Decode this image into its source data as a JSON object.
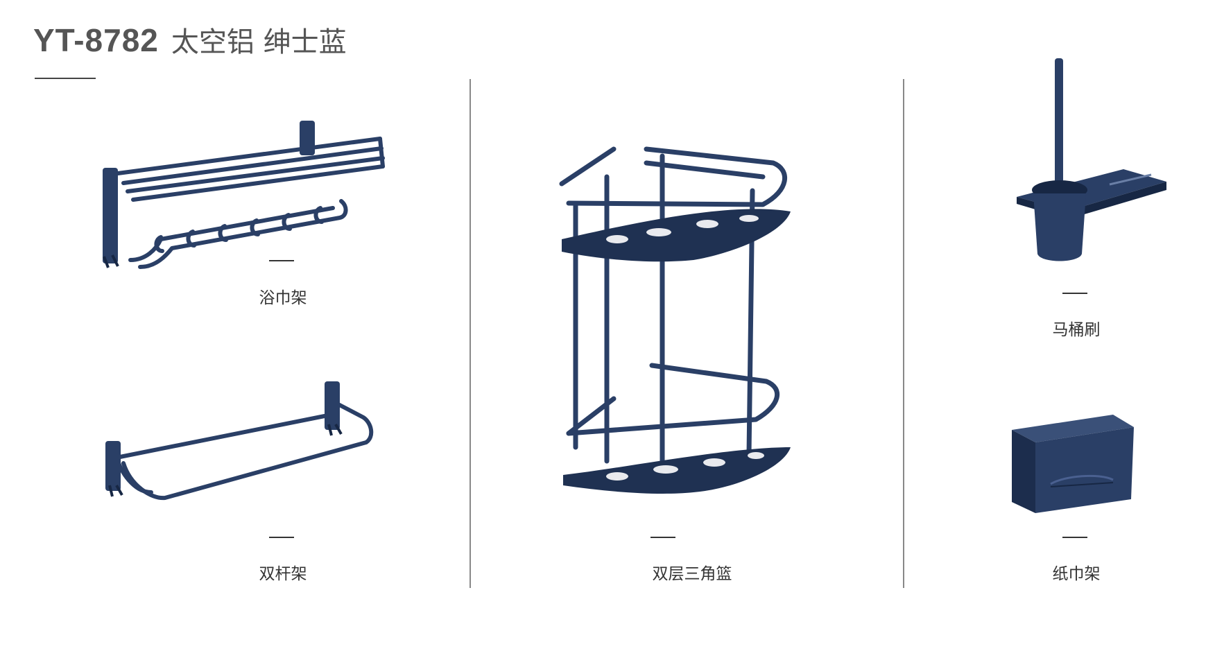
{
  "header": {
    "model_code": "YT-8782",
    "product_name": "太空铝 绅士蓝"
  },
  "colors": {
    "product_blue": "#2a3f66",
    "product_blue_dark": "#172744",
    "title_gray": "#555555",
    "divider": "#888888"
  },
  "products": [
    {
      "label": "浴巾架"
    },
    {
      "label": "双杆架"
    },
    {
      "label": "双层三角篮"
    },
    {
      "label": "马桶刷"
    },
    {
      "label": "纸巾架"
    }
  ]
}
